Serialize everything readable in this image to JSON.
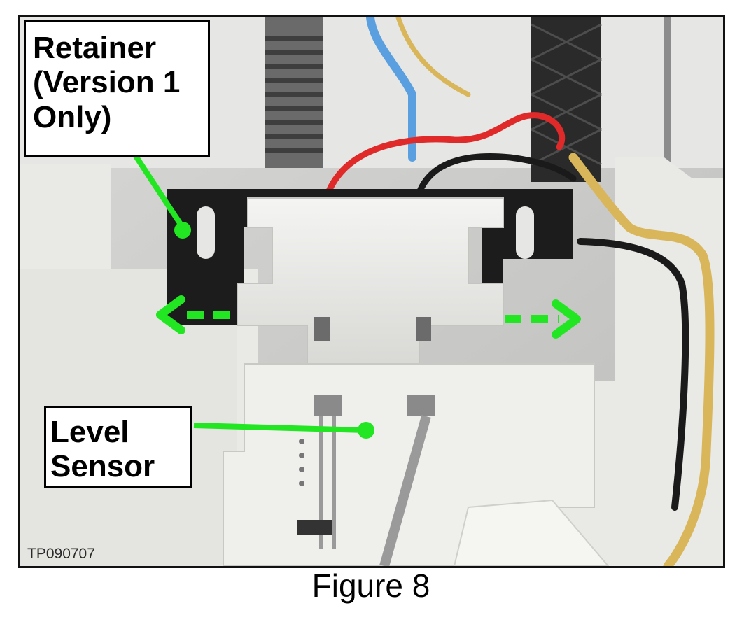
{
  "callouts": {
    "retainer": "Retainer\n(Version 1\nOnly)",
    "level_sensor": "Level\nSensor"
  },
  "image_code": "TP090707",
  "caption": "Figure 8",
  "colors": {
    "pointer": "#22e622",
    "frame": "#111111",
    "retainer_metal": "#1c1c1c",
    "plastic": "#ececea",
    "wire_red": "#e02a2a",
    "wire_yellow": "#d9b65a",
    "wire_blue": "#5aa0e0",
    "wire_black": "#1a1a1a"
  },
  "icons": [
    "arrow-left-icon",
    "arrow-right-icon"
  ]
}
